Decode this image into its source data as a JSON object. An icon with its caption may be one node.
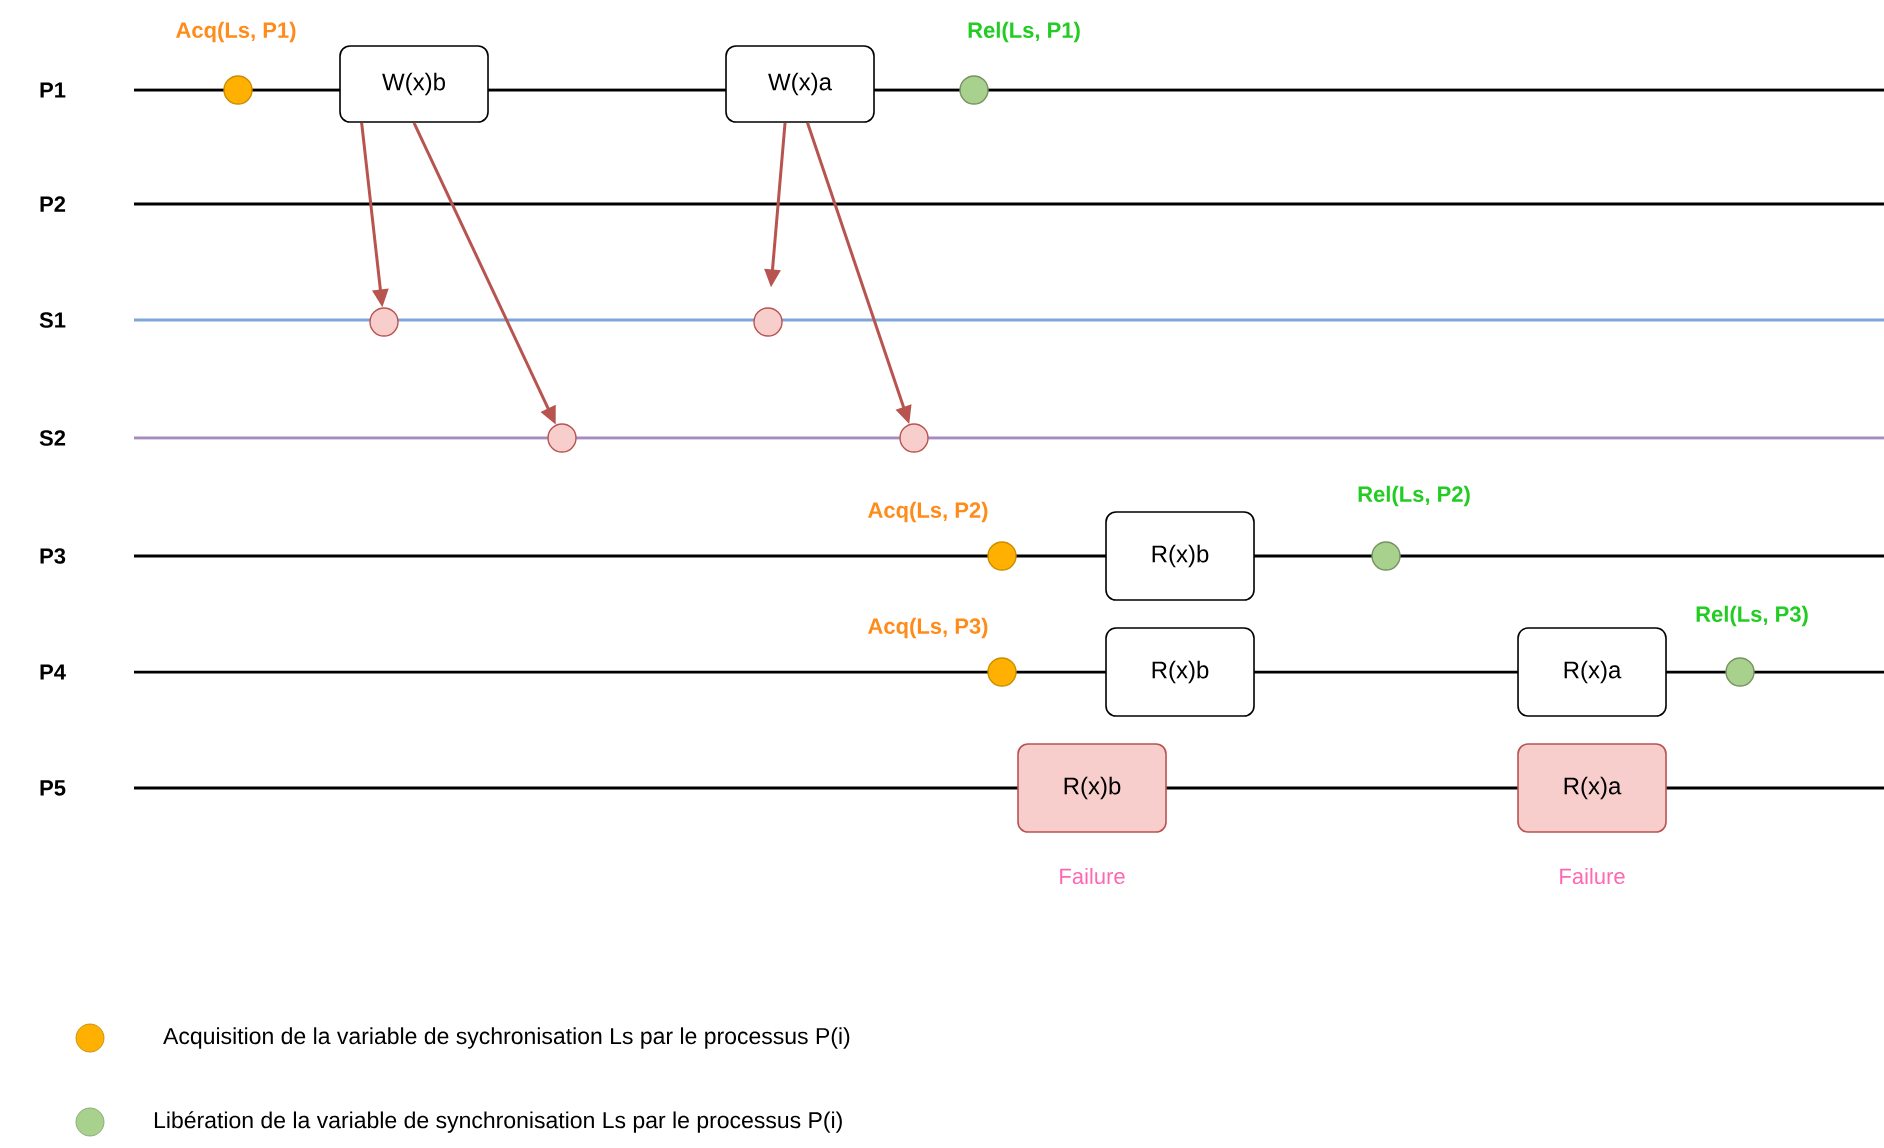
{
  "diagram": {
    "nodes": [
      {
        "text": [
          "W(x)b"
        ]
      },
      {
        "text": [
          "W(x)a"
        ]
      },
      {
        "text": [
          "R(x)b"
        ]
      },
      {
        "text": [
          "R(x)b"
        ]
      },
      {
        "text": [
          "R(x)a"
        ]
      },
      {
        "text": [
          "R(x)b"
        ],
        "beside": [
          "Failure"
        ]
      },
      {
        "text": [
          "R(x)a"
        ],
        "beside": [
          "Failure"
        ]
      },
      {
        "text": [],
        "shape": "circle",
        "beside": [
          "Acq(Ls, P1)"
        ]
      },
      {
        "text": [],
        "shape": "circle",
        "beside": [
          "Rel(Ls, P1)"
        ]
      },
      {
        "text": [],
        "shape": "circle",
        "beside": [
          "Acq(Ls, P2)"
        ]
      },
      {
        "text": [],
        "shape": "circle",
        "beside": [
          "Rel(Ls, P2)"
        ]
      },
      {
        "text": [],
        "shape": "circle",
        "beside": [
          "Acq(Ls, P3)"
        ]
      },
      {
        "text": [],
        "shape": "circle",
        "beside": [
          "Rel(Ls, P3)"
        ]
      },
      {
        "text": [],
        "shape": "circle"
      },
      {
        "text": [],
        "shape": "circle"
      },
      {
        "text": [],
        "shape": "circle"
      },
      {
        "text": [],
        "shape": "circle"
      }
    ],
    "edges": [
      {
        "from": 0,
        "to": 13,
        "arrow": "to"
      },
      {
        "from": 0,
        "to": 15,
        "arrow": "to"
      },
      {
        "from": 1,
        "to": 14,
        "arrow": "to"
      },
      {
        "from": 1,
        "to": 16,
        "arrow": "to"
      }
    ],
    "labels": [
      "P1",
      "P2",
      "S1",
      "S2",
      "P3",
      "P4",
      "P5"
    ],
    "legend": [
      {
        "text": "Acquisition de la variable de sychronisation Ls par le processus P(i)",
        "color": "#ffb000"
      },
      {
        "text": "Libération de la variable de synchronisation Ls par le processus P(i)",
        "color": "#a9d18e"
      }
    ]
  }
}
